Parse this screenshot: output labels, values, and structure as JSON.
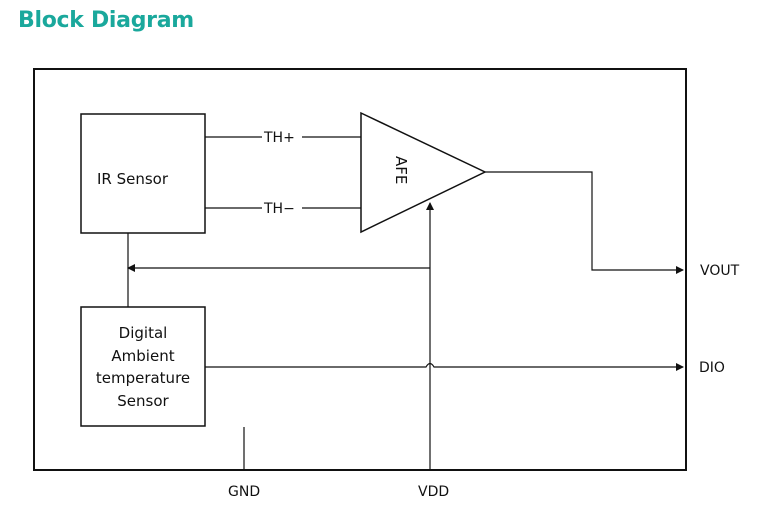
{
  "title": "Block Diagram",
  "blocks": {
    "ir_sensor": "IR Sensor",
    "afe": "AFE",
    "temp_sensor": [
      "Digital",
      "Ambient",
      "temperature",
      "Sensor"
    ]
  },
  "signals": {
    "th_plus": "TH+",
    "th_minus": "TH−"
  },
  "pins": {
    "vout": "VOUT",
    "dio": "DIO",
    "gnd": "GND",
    "vdd": "VDD"
  },
  "colors": {
    "title": "#1aa89c",
    "line": "#111111"
  }
}
